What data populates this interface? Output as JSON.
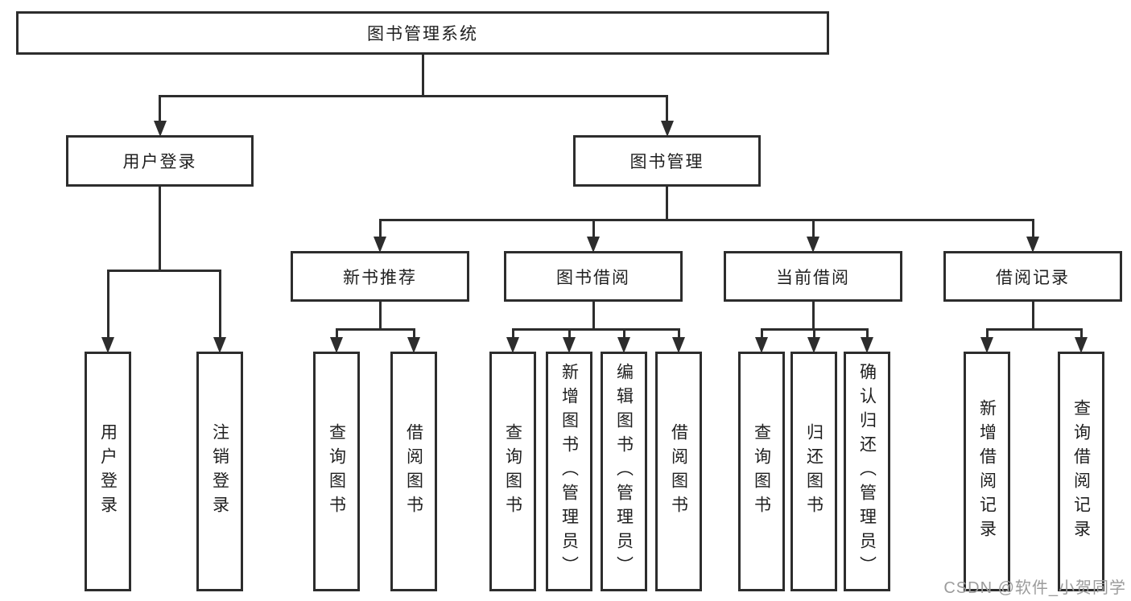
{
  "diagram": {
    "type": "hierarchy-functional-structure",
    "watermark": "CSDN @软件_小贺同学",
    "colors": {
      "background": "#ffffff",
      "box_background": "#ffffff",
      "line": "#2d2d2d",
      "text": "#1f1f1f",
      "watermark": "#9c9c9c"
    },
    "nodes": [
      {
        "id": "root",
        "label": "图书管理系统",
        "parent": null,
        "orientation": "horizontal"
      },
      {
        "id": "user-login",
        "label": "用户登录",
        "parent": "root",
        "orientation": "horizontal"
      },
      {
        "id": "book-mgmt",
        "label": "图书管理",
        "parent": "root",
        "orientation": "horizontal"
      },
      {
        "id": "new-book-rec",
        "label": "新书推荐",
        "parent": "book-mgmt",
        "orientation": "horizontal"
      },
      {
        "id": "book-borrow",
        "label": "图书借阅",
        "parent": "book-mgmt",
        "orientation": "horizontal"
      },
      {
        "id": "current-borrow",
        "label": "当前借阅",
        "parent": "book-mgmt",
        "orientation": "horizontal"
      },
      {
        "id": "borrow-records",
        "label": "借阅记录",
        "parent": "book-mgmt",
        "orientation": "horizontal"
      },
      {
        "id": "leaf-user-login",
        "label": "用户登录",
        "parent": "user-login",
        "orientation": "vertical"
      },
      {
        "id": "leaf-logout",
        "label": "注销登录",
        "parent": "user-login",
        "orientation": "vertical"
      },
      {
        "id": "leaf-query-1",
        "label": "查询图书",
        "parent": "new-book-rec",
        "orientation": "vertical"
      },
      {
        "id": "leaf-borrow-1",
        "label": "借阅图书",
        "parent": "new-book-rec",
        "orientation": "vertical"
      },
      {
        "id": "leaf-query-2",
        "label": "查询图书",
        "parent": "book-borrow",
        "orientation": "vertical"
      },
      {
        "id": "leaf-add-book",
        "label": "新增图书（管理员）",
        "parent": "book-borrow",
        "orientation": "vertical"
      },
      {
        "id": "leaf-edit-book",
        "label": "编辑图书（管理员）",
        "parent": "book-borrow",
        "orientation": "vertical"
      },
      {
        "id": "leaf-borrow-2",
        "label": "借阅图书",
        "parent": "book-borrow",
        "orientation": "vertical"
      },
      {
        "id": "leaf-query-3",
        "label": "查询图书",
        "parent": "current-borrow",
        "orientation": "vertical"
      },
      {
        "id": "leaf-return",
        "label": "归还图书",
        "parent": "current-borrow",
        "orientation": "vertical"
      },
      {
        "id": "leaf-confirm",
        "label": "确认归还（管理员）",
        "parent": "current-borrow",
        "orientation": "vertical"
      },
      {
        "id": "leaf-add-rec",
        "label": "新增借阅记录",
        "parent": "borrow-records",
        "orientation": "vertical"
      },
      {
        "id": "leaf-query-rec",
        "label": "查询借阅记录",
        "parent": "borrow-records",
        "orientation": "vertical"
      }
    ]
  }
}
